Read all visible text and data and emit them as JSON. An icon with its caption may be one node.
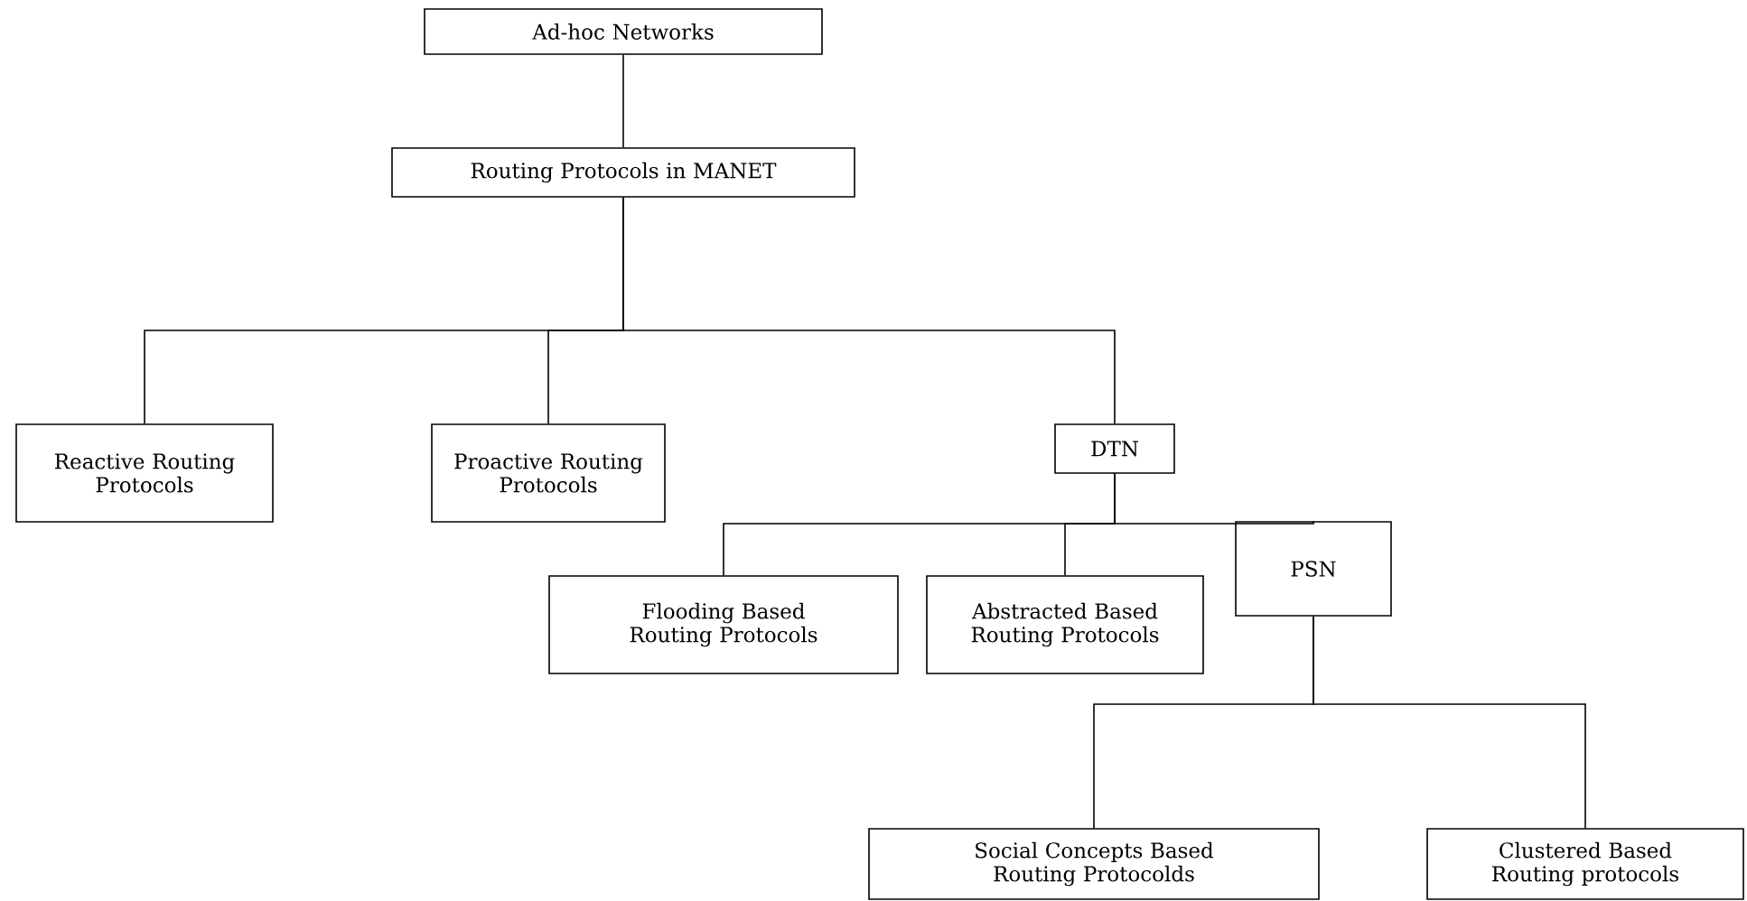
{
  "diagram": {
    "nodes": [
      {
        "text": [
          "Ad-hoc Networks"
        ]
      },
      {
        "text": [
          "Routing Protocols in MANET"
        ]
      },
      {
        "text": [
          "Reactive Routing Protocols"
        ]
      },
      {
        "text": [
          "Proactive Routing Protocols"
        ]
      },
      {
        "text": [
          "DTN"
        ]
      },
      {
        "text": [
          "Flooding Based Routing Protocols"
        ]
      },
      {
        "text": [
          "Abstracted Based Routing Protocols"
        ]
      },
      {
        "text": [
          "PSN"
        ]
      },
      {
        "text": [
          "Social Concepts Based Routing Protocolds"
        ]
      },
      {
        "text": [
          "Clustered Based Routing protocols"
        ]
      }
    ],
    "edges": [
      {
        "from": 0,
        "to": 1,
        "arrow": "none"
      },
      {
        "from": 1,
        "to": 2,
        "arrow": "none"
      },
      {
        "from": 1,
        "to": 3,
        "arrow": "none"
      },
      {
        "from": 1,
        "to": 4,
        "arrow": "none"
      },
      {
        "from": 4,
        "to": 5,
        "arrow": "none"
      },
      {
        "from": 4,
        "to": 6,
        "arrow": "none"
      },
      {
        "from": 4,
        "to": 7,
        "arrow": "none"
      },
      {
        "from": 7,
        "to": 8,
        "arrow": "none"
      },
      {
        "from": 7,
        "to": 9,
        "arrow": "none"
      }
    ]
  }
}
